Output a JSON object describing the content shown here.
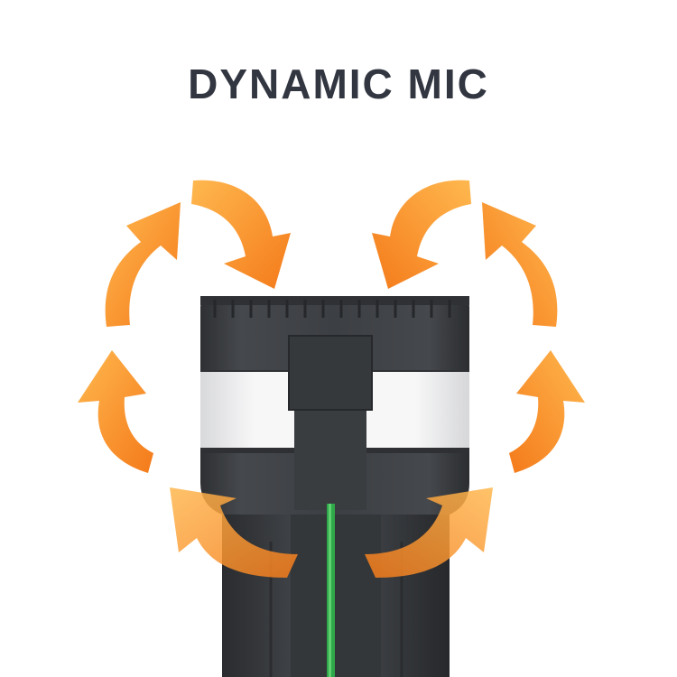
{
  "title": "DYNAMIC MIC",
  "colors": {
    "arrow_light": "#ffb24a",
    "arrow_dark": "#f7801e",
    "mic_body": "#3f4246",
    "mic_dark": "#2b2d30",
    "mic_ring": "#eeeeef",
    "wire": "#2fa84a",
    "title": "#323641"
  },
  "arrows": [
    {
      "name": "arrow-outer-top-left",
      "direction": "up-right"
    },
    {
      "name": "arrow-inner-top-left",
      "direction": "down-right"
    },
    {
      "name": "arrow-inner-top-right",
      "direction": "down-left"
    },
    {
      "name": "arrow-outer-top-right",
      "direction": "up-left"
    },
    {
      "name": "arrow-mid-left",
      "direction": "up-left"
    },
    {
      "name": "arrow-mid-right",
      "direction": "up-right"
    },
    {
      "name": "arrow-bottom-left",
      "direction": "up"
    },
    {
      "name": "arrow-bottom-right",
      "direction": "up"
    }
  ]
}
